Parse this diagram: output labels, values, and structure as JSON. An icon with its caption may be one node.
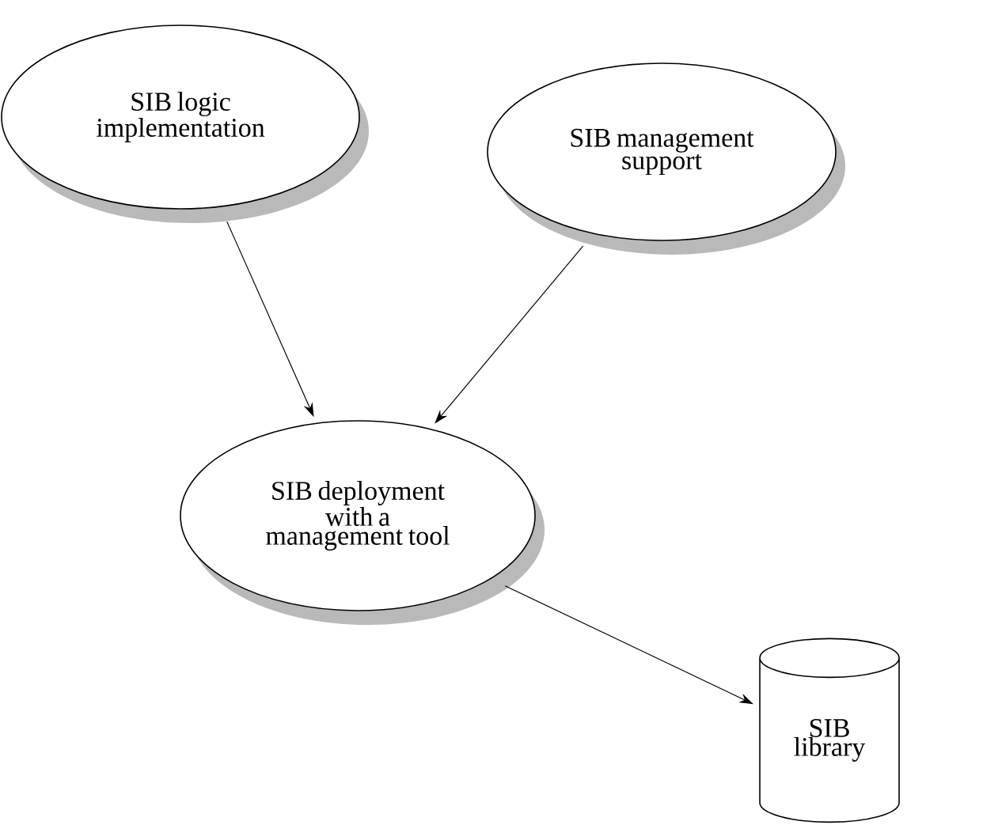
{
  "diagram": {
    "nodes": [
      {
        "text": [
          "SIB logic implementation"
        ]
      },
      {
        "text": [
          "SIB management support"
        ]
      },
      {
        "text": [
          "SIB deployment with a management tool"
        ]
      },
      {
        "text": [
          "SIB library"
        ]
      }
    ],
    "edges": [
      {
        "from": 0,
        "to": 2,
        "arrow": "to"
      },
      {
        "from": 1,
        "to": 2,
        "arrow": "to"
      },
      {
        "from": 2,
        "to": 3,
        "arrow": "to"
      }
    ]
  }
}
